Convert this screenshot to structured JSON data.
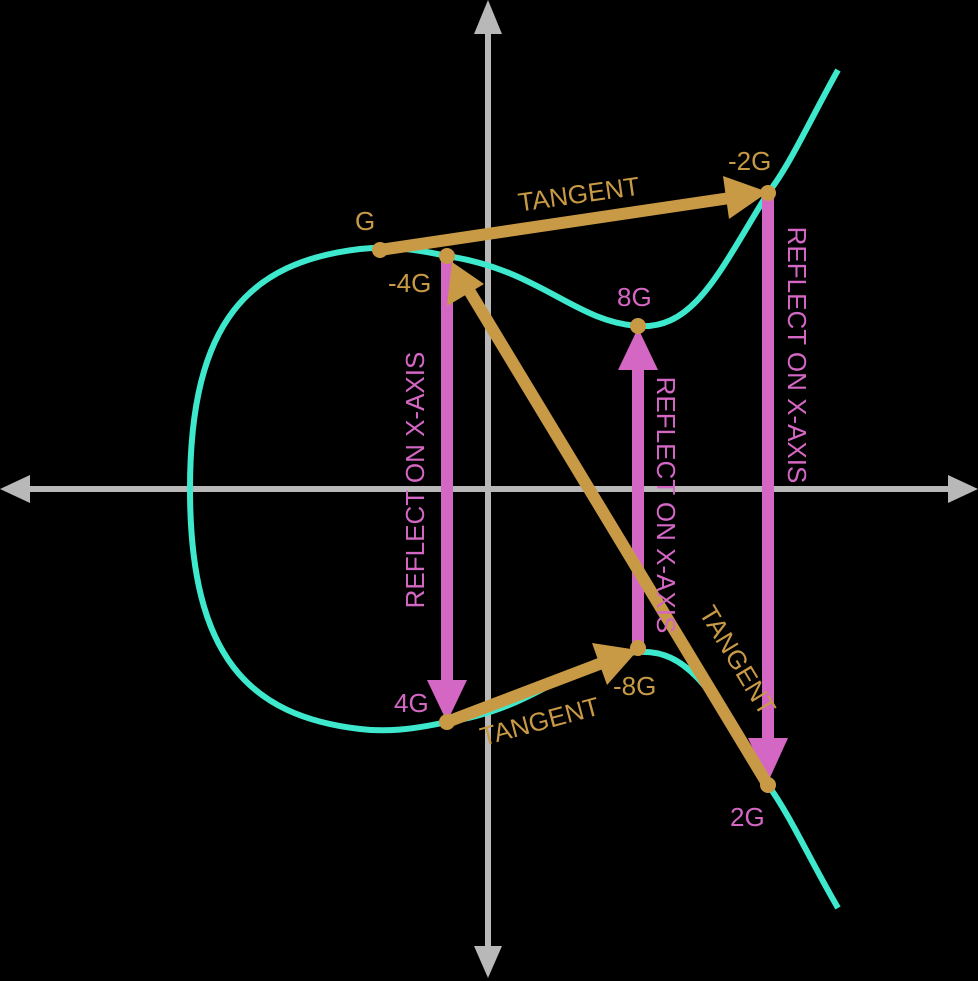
{
  "colors": {
    "background": "#000000",
    "axis": "#b8b8b8",
    "curve": "#3ee8cc",
    "tangent": "#c89a45",
    "reflect": "#d466c4"
  },
  "points": {
    "g": "G",
    "neg_4g": "-4G",
    "neg_2g": "-2G",
    "pos_8g": "8G",
    "pos_4g": "4G",
    "neg_8g": "-8G",
    "pos_2g": "2G"
  },
  "labels": {
    "tangent_top": "TANGENT",
    "tangent_diagonal": "TANGENT",
    "tangent_bottom": "TANGENT",
    "reflect_left": "REFLECT ON X-AXIS",
    "reflect_middle": "REFLECT ON X-AXIS",
    "reflect_right": "REFLECT ON X-AXIS"
  }
}
